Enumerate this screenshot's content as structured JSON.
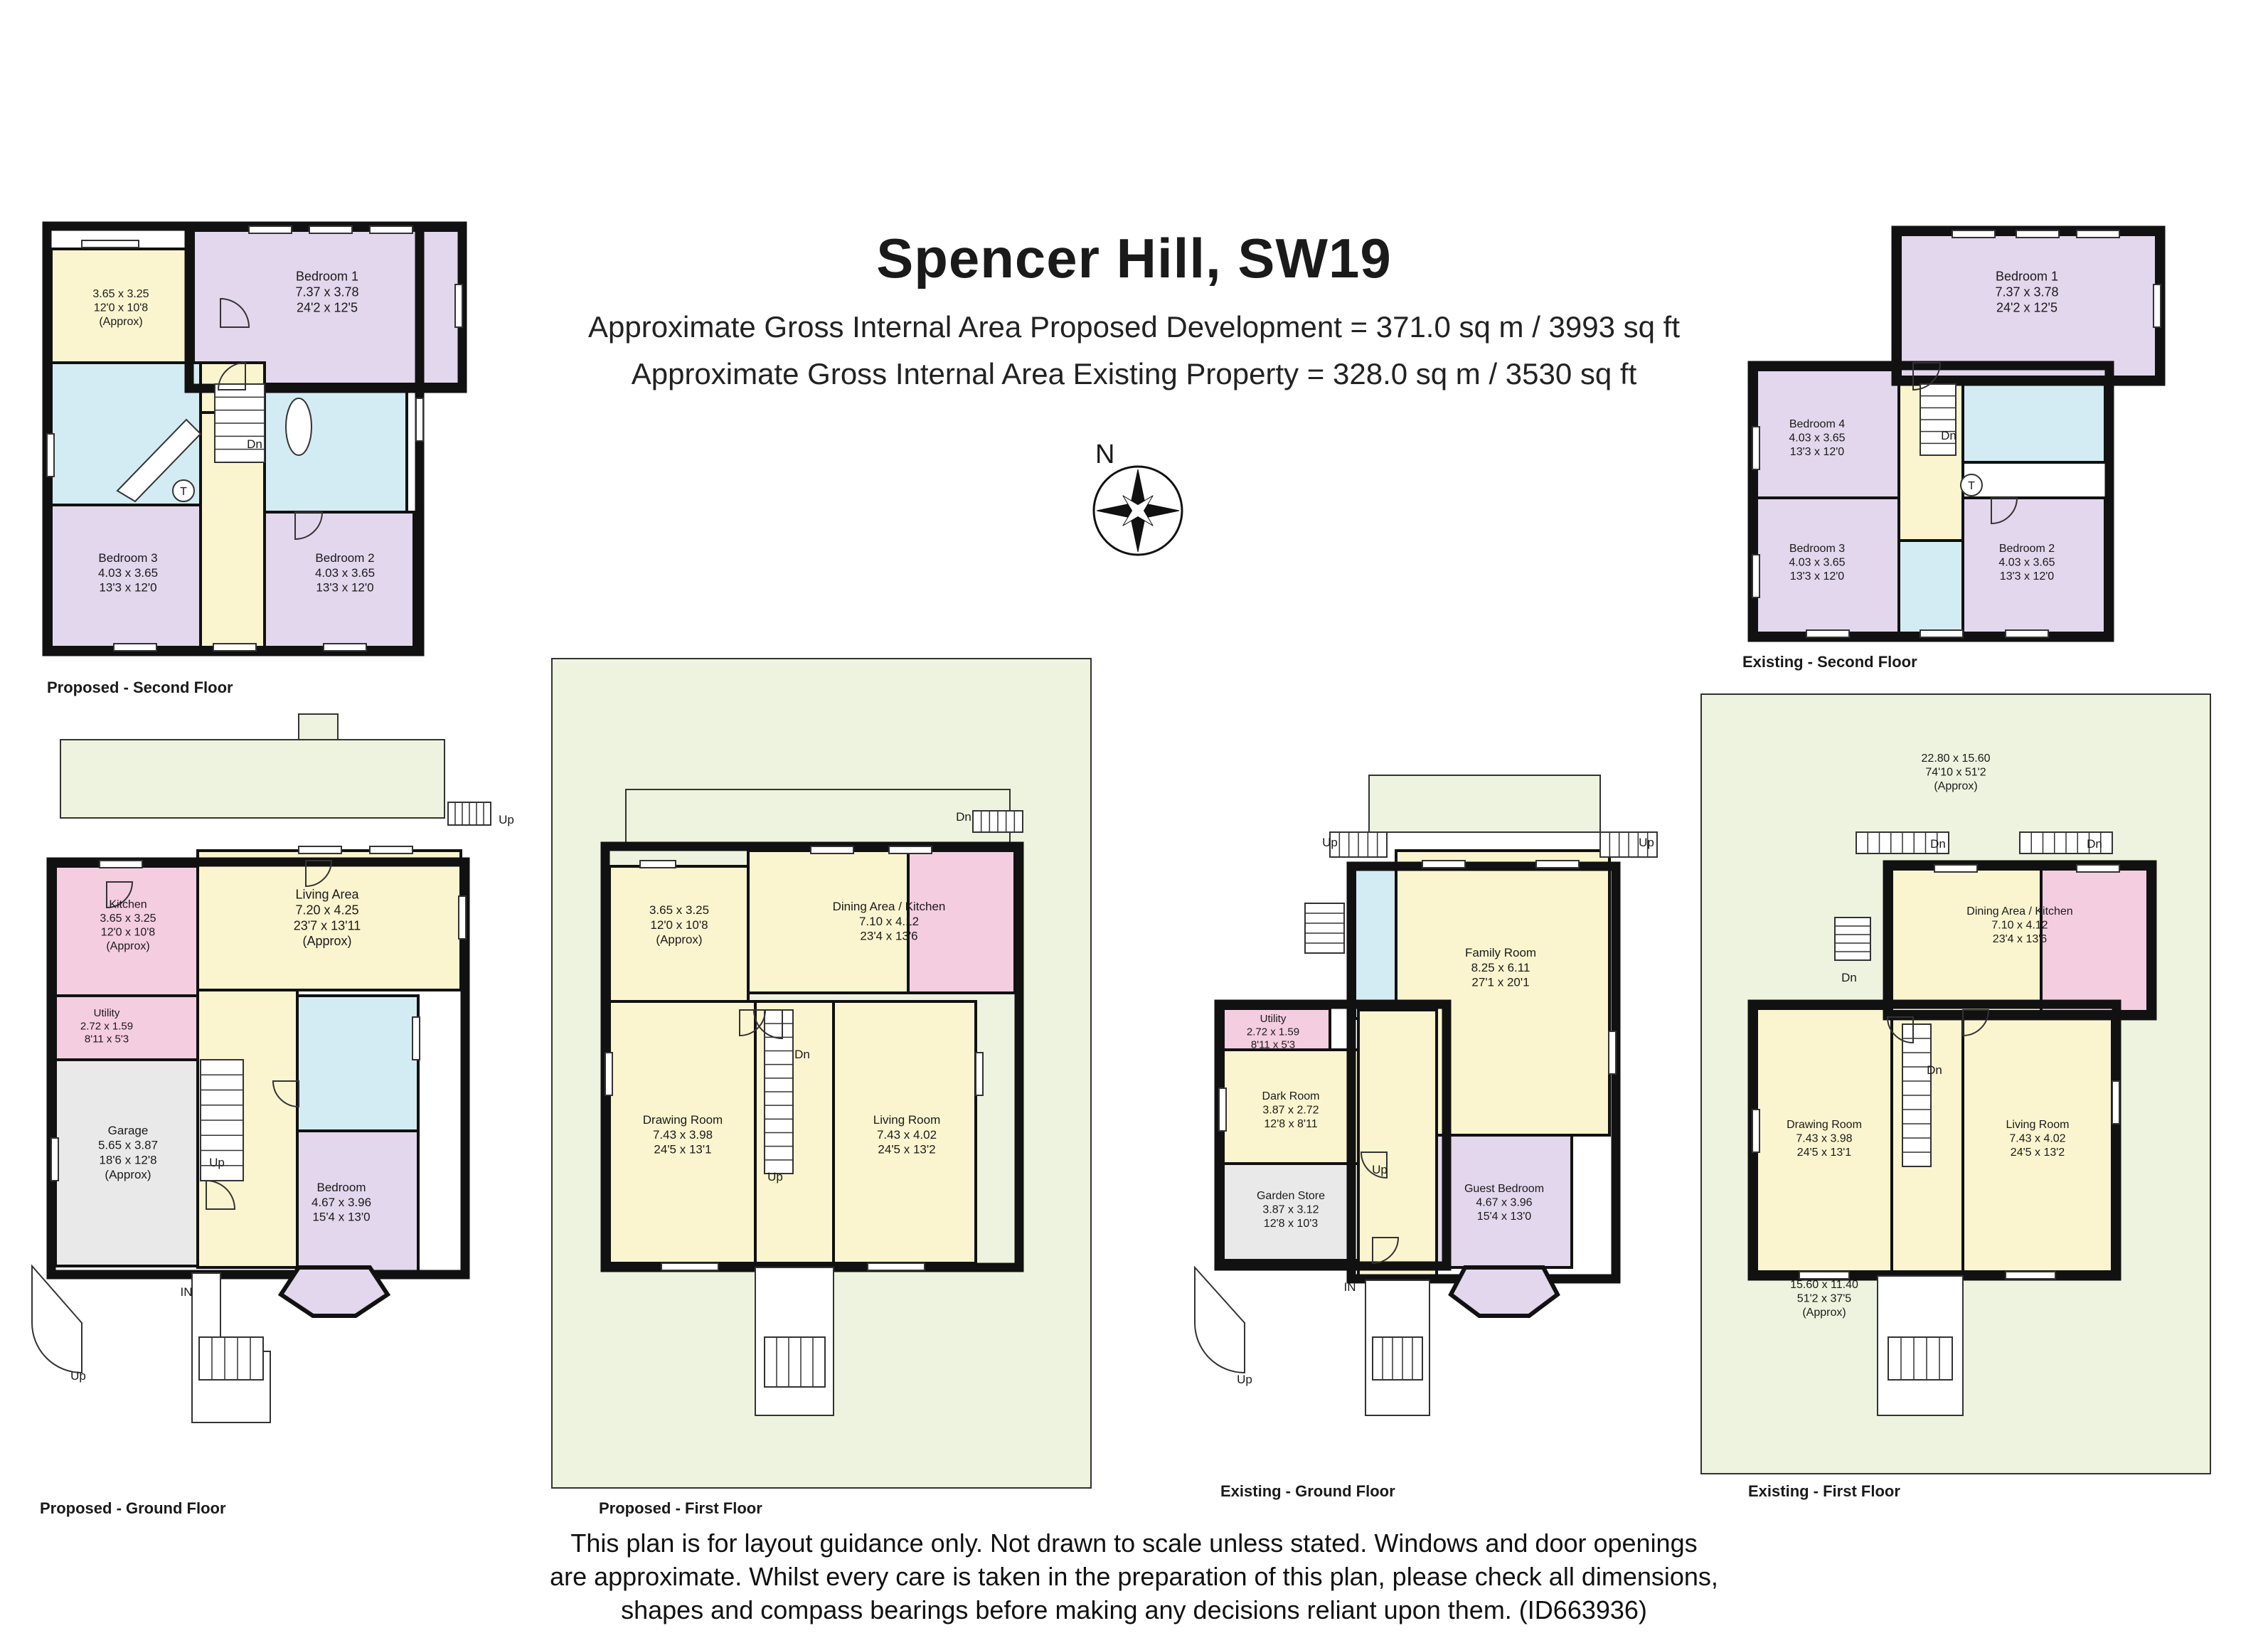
{
  "header": {
    "title": "Spencer Hill, SW19",
    "area_proposed": "Approximate Gross Internal Area Proposed Development = 371.0 sq m / 3993 sq ft",
    "area_existing": "Approximate Gross Internal Area Existing Property = 328.0 sq m / 3530 sq ft"
  },
  "compass": {
    "north_label": "N"
  },
  "colors": {
    "wall": "#111111",
    "bedroom": "#e2d7ec",
    "living": "#faf5cf",
    "wet": "#d3ecf4",
    "kitchen": "#f4cde1",
    "garage": "#e9e9e9",
    "outdoor": "#eef3df"
  },
  "floors": [
    {
      "label": "Proposed - Second Floor",
      "rooms": [
        {
          "name": "",
          "dims_m": "3.65 x 3.25",
          "dims_ft": "12'0 x 10'8",
          "note": "(Approx)"
        },
        {
          "name": "Bedroom 1",
          "dims_m": "7.37 x 3.78",
          "dims_ft": "24'2 x 12'5"
        },
        {
          "name": "Bedroom 3",
          "dims_m": "4.03 x 3.65",
          "dims_ft": "13'3 x 12'0"
        },
        {
          "name": "Bedroom 2",
          "dims_m": "4.03 x 3.65",
          "dims_ft": "13'3 x 12'0"
        }
      ],
      "marks": [
        "Dn",
        "T"
      ]
    },
    {
      "label": "Proposed - Ground Floor",
      "rooms": [
        {
          "name": "Kitchen",
          "dims_m": "3.65 x 3.25",
          "dims_ft": "12'0 x 10'8",
          "note": "(Approx)"
        },
        {
          "name": "Living Area",
          "dims_m": "7.20 x 4.25",
          "dims_ft": "23'7 x 13'11",
          "note": "(Approx)"
        },
        {
          "name": "Utility",
          "dims_m": "2.72 x 1.59",
          "dims_ft": "8'11 x 5'3"
        },
        {
          "name": "Garage",
          "dims_m": "5.65 x 3.87",
          "dims_ft": "18'6 x 12'8",
          "note": "(Approx)"
        },
        {
          "name": "Bedroom",
          "dims_m": "4.67 x 3.96",
          "dims_ft": "15'4 x 13'0"
        }
      ],
      "marks": [
        "Up",
        "Up",
        "IN",
        "Up"
      ]
    },
    {
      "label": "Proposed - First Floor",
      "rooms": [
        {
          "name": "",
          "dims_m": "3.65 x 3.25",
          "dims_ft": "12'0 x 10'8",
          "note": "(Approx)"
        },
        {
          "name": "Dining Area / Kitchen",
          "dims_m": "7.10 x 4.12",
          "dims_ft": "23'4 x 13'6"
        },
        {
          "name": "Drawing Room",
          "dims_m": "7.43 x 3.98",
          "dims_ft": "24'5 x 13'1"
        },
        {
          "name": "Living Room",
          "dims_m": "7.43 x 4.02",
          "dims_ft": "24'5 x 13'2"
        }
      ],
      "marks": [
        "Dn",
        "Dn",
        "Up"
      ]
    },
    {
      "label": "Existing - Ground Floor",
      "rooms": [
        {
          "name": "Family Room",
          "dims_m": "8.25 x 6.11",
          "dims_ft": "27'1 x 20'1"
        },
        {
          "name": "Utility",
          "dims_m": "2.72 x 1.59",
          "dims_ft": "8'11 x 5'3"
        },
        {
          "name": "Dark Room",
          "dims_m": "3.87 x 2.72",
          "dims_ft": "12'8 x 8'11"
        },
        {
          "name": "Garden Store",
          "dims_m": "3.87 x 3.12",
          "dims_ft": "12'8 x 10'3"
        },
        {
          "name": "Guest Bedroom",
          "dims_m": "4.67 x 3.96",
          "dims_ft": "15'4 x 13'0"
        }
      ],
      "marks": [
        "Up",
        "Up",
        "Up",
        "IN",
        "Up"
      ]
    },
    {
      "label": "Existing - Second Floor",
      "rooms": [
        {
          "name": "Bedroom 1",
          "dims_m": "7.37 x 3.78",
          "dims_ft": "24'2 x 12'5"
        },
        {
          "name": "Bedroom 4",
          "dims_m": "4.03 x 3.65",
          "dims_ft": "13'3 x 12'0"
        },
        {
          "name": "Bedroom 3",
          "dims_m": "4.03 x 3.65",
          "dims_ft": "13'3 x 12'0"
        },
        {
          "name": "Bedroom 2",
          "dims_m": "4.03 x 3.65",
          "dims_ft": "13'3 x 12'0"
        }
      ],
      "marks": [
        "Dn",
        "T"
      ]
    },
    {
      "label": "Existing - First Floor",
      "rooms": [
        {
          "name": "",
          "dims_m": "22.80 x 15.60",
          "dims_ft": "74'10 x 51'2",
          "note": "(Approx)"
        },
        {
          "name": "Dining Area / Kitchen",
          "dims_m": "7.10 x 4.12",
          "dims_ft": "23'4 x 13'6"
        },
        {
          "name": "Drawing Room",
          "dims_m": "7.43 x 3.98",
          "dims_ft": "24'5 x 13'1"
        },
        {
          "name": "Living Room",
          "dims_m": "7.43 x 4.02",
          "dims_ft": "24'5 x 13'2"
        },
        {
          "name": "",
          "dims_m": "15.60 x 11.40",
          "dims_ft": "51'2 x 37'5",
          "note": "(Approx)"
        }
      ],
      "marks": [
        "Dn",
        "Dn",
        "Dn",
        "Dn"
      ]
    }
  ],
  "disclaimer": [
    "This plan is for layout guidance only. Not drawn to scale unless stated. Windows and door openings",
    "are approximate. Whilst every care is taken in the preparation of this plan, please check all dimensions,",
    "shapes and compass bearings before making any decisions reliant upon them. (ID663936)"
  ]
}
